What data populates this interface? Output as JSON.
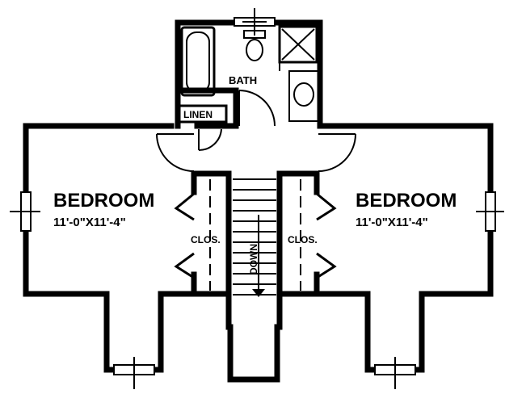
{
  "labels": {
    "bath": "BATH",
    "linen": "LINEN",
    "bedroom_left": "BEDROOM",
    "bedroom_left_dim": "11'-0\"X11'-4\"",
    "bedroom_right": "BEDROOM",
    "bedroom_right_dim": "11'-0\"X11'-4\"",
    "closet_left": "CLOS.",
    "closet_right": "CLOS.",
    "stair": "DOWN"
  }
}
